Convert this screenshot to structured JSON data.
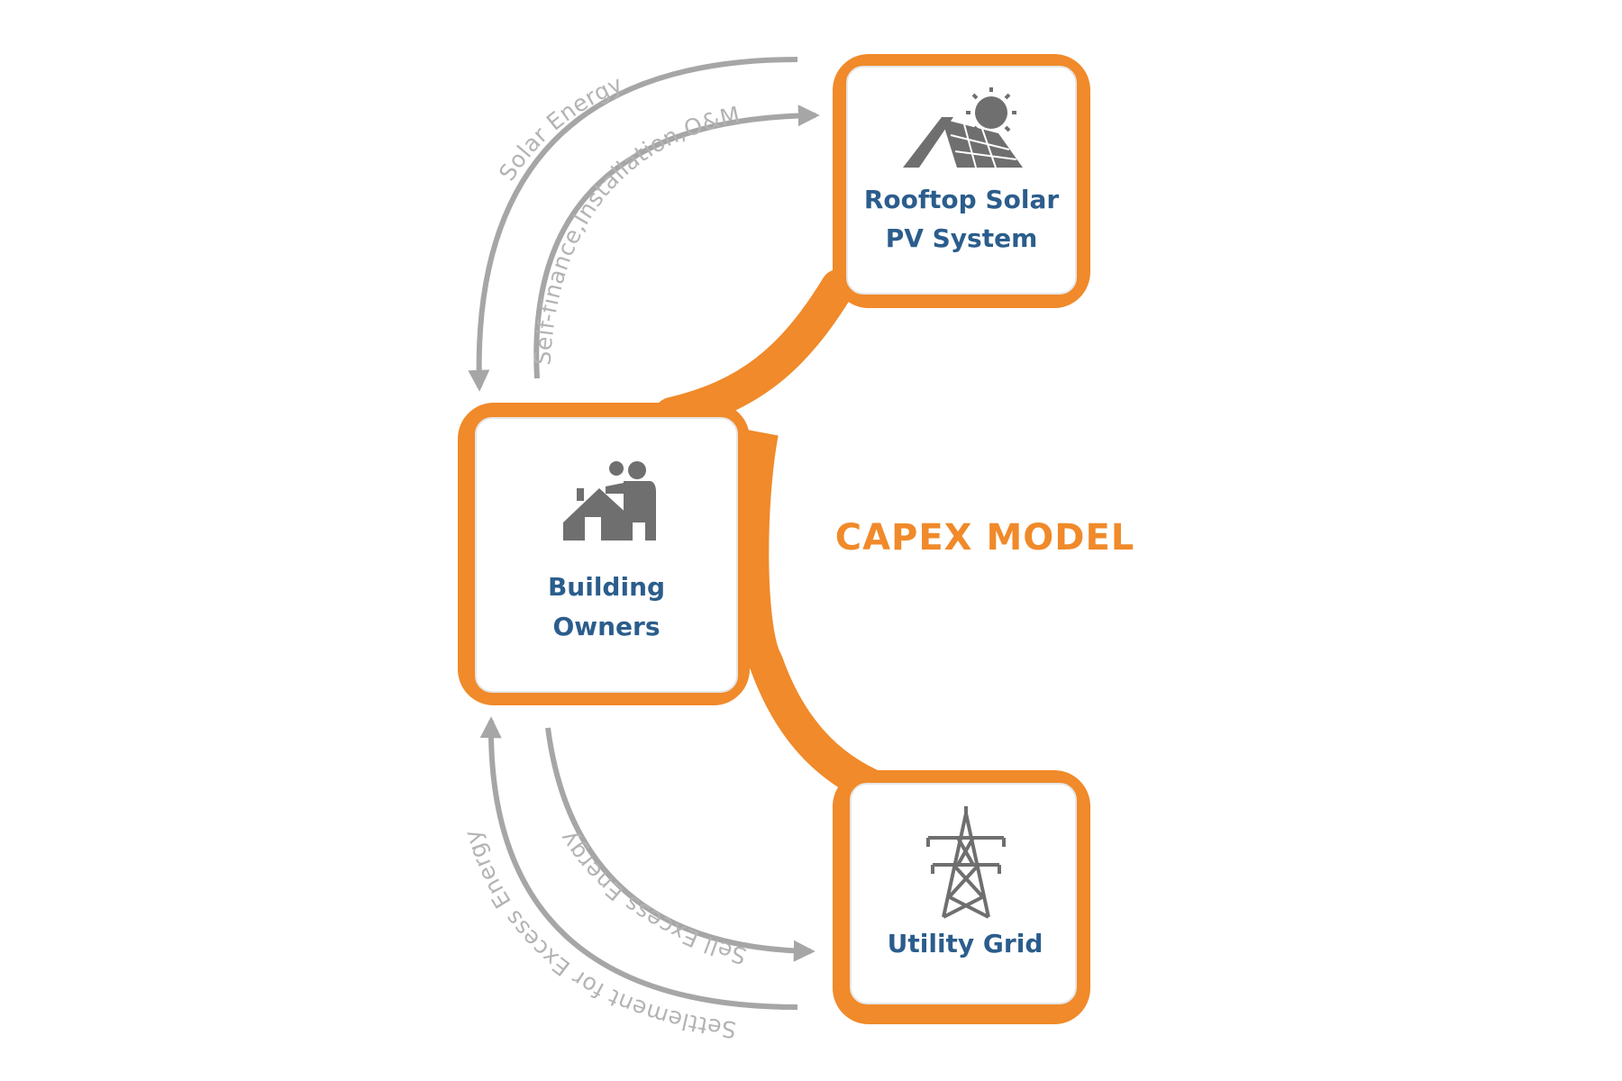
{
  "title": "CAPEX MODEL",
  "nodes": {
    "rooftop": {
      "line1": "Rooftop Solar",
      "line2": "PV System",
      "icon": "solar-roof-icon"
    },
    "owners": {
      "line1": "Building",
      "line2": "Owners",
      "icon": "building-owner-icon"
    },
    "grid": {
      "line1": "Utility Grid",
      "icon": "transmission-tower-icon"
    }
  },
  "flows": {
    "solar_energy": "Solar Energy",
    "self_finance": "Self-finance,Installation,O&M",
    "sell_excess": "Sell Excess Energy",
    "settlement": "Settlement for Excess Energy"
  },
  "colors": {
    "accent": "#f08a2a",
    "node_text": "#2b5d8c",
    "arrow": "#a6a6a6",
    "flow_text": "#b3b3b3",
    "icon": "#6f6f6f"
  }
}
